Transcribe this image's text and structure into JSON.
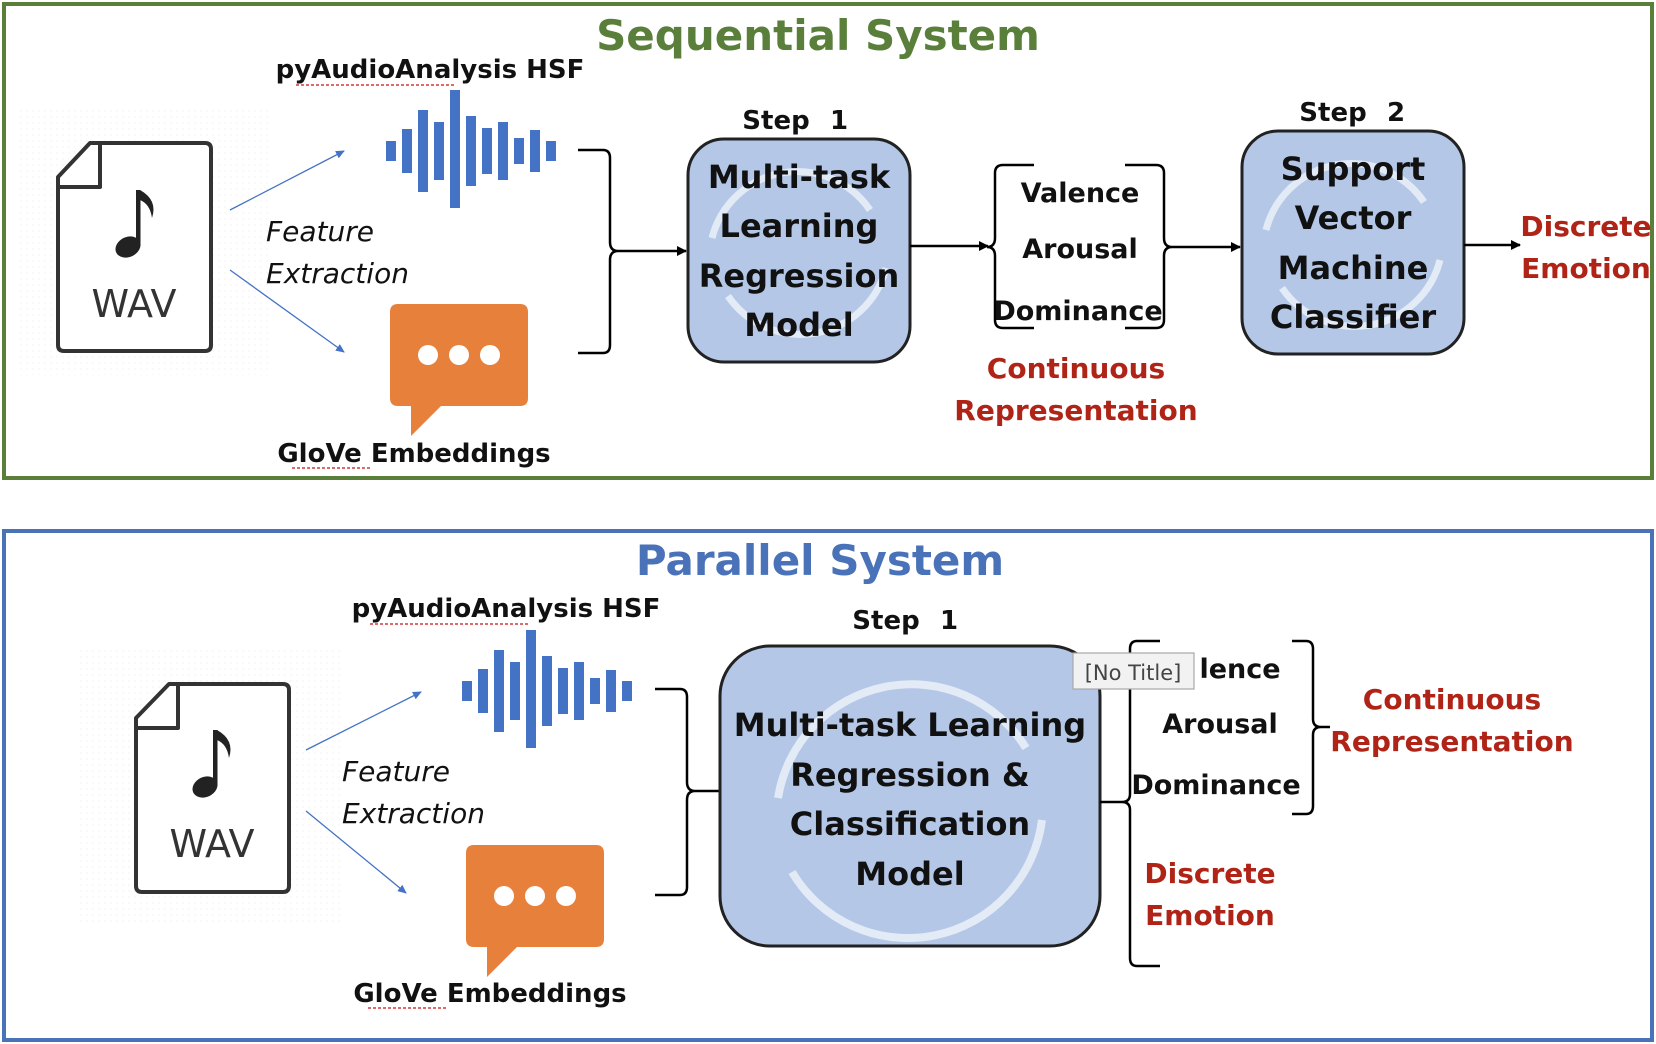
{
  "sequential": {
    "title": "Sequential System",
    "wav_label": "WAV",
    "audio_feature_label": "pyAudioAnalysis HSF",
    "text_feature_label": "GloVe Embeddings",
    "feature_extraction": [
      "Feature",
      "Extraction"
    ],
    "step1": {
      "label": "Step",
      "number": "1"
    },
    "model1_lines": [
      "Multi-task",
      "Learning",
      "Regression",
      "Model"
    ],
    "dimensions": [
      "Valence",
      "Arousal",
      "Dominance"
    ],
    "continuous_label": [
      "Continuous",
      "Representation"
    ],
    "step2": {
      "label": "Step",
      "number": "2"
    },
    "model2_lines": [
      "Support",
      "Vector",
      "Machine",
      "Classifier"
    ],
    "discrete_label": [
      "Discrete",
      "Emotion"
    ]
  },
  "parallel": {
    "title": "Parallel System",
    "wav_label": "WAV",
    "audio_feature_label": "pyAudioAnalysis HSF",
    "text_feature_label": "GloVe Embeddings",
    "feature_extraction": [
      "Feature",
      "Extraction"
    ],
    "step1": {
      "label": "Step",
      "number": "1"
    },
    "model_lines": [
      "Multi-task Learning",
      "Regression &",
      "Classification",
      "Model"
    ],
    "dimensions": [
      "lence",
      "Arousal",
      "Dominance"
    ],
    "tooltip": "[No Title]",
    "continuous_label": [
      "Continuous",
      "Representation"
    ],
    "discrete_label": [
      "Discrete",
      "Emotion"
    ]
  },
  "colors": {
    "sequential_frame": "#5a7f3b",
    "parallel_frame": "#4a72b8",
    "model_fill": "#b4c7e7",
    "waveform": "#4472c4",
    "chat_bubble": "#e6803a",
    "emphasis_red": "#b02418"
  },
  "icons": {
    "wav_file": "music-note-file-icon",
    "waveform": "audio-waveform-icon",
    "chat": "chat-bubble-icon",
    "refresh": "circular-arrows-icon"
  }
}
